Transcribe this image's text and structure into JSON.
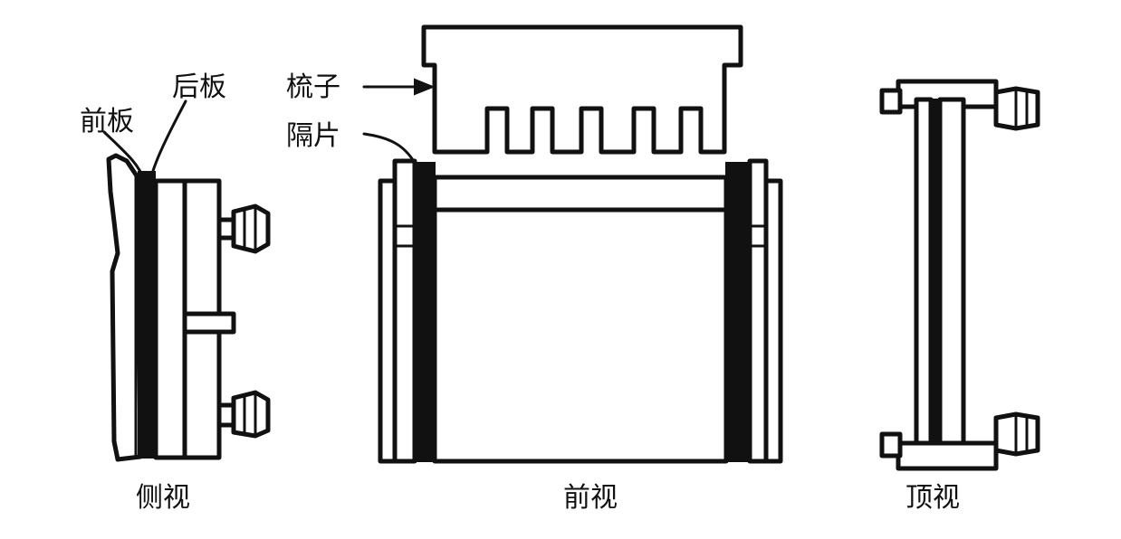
{
  "labels": {
    "front_plate": "前板",
    "back_plate": "后板",
    "comb": "梳子",
    "spacer": "隔片"
  },
  "captions": {
    "side_view": "侧视",
    "front_view": "前视",
    "top_view": "顶视"
  },
  "colors": {
    "ink": "#111111",
    "paper": "#ffffff"
  }
}
